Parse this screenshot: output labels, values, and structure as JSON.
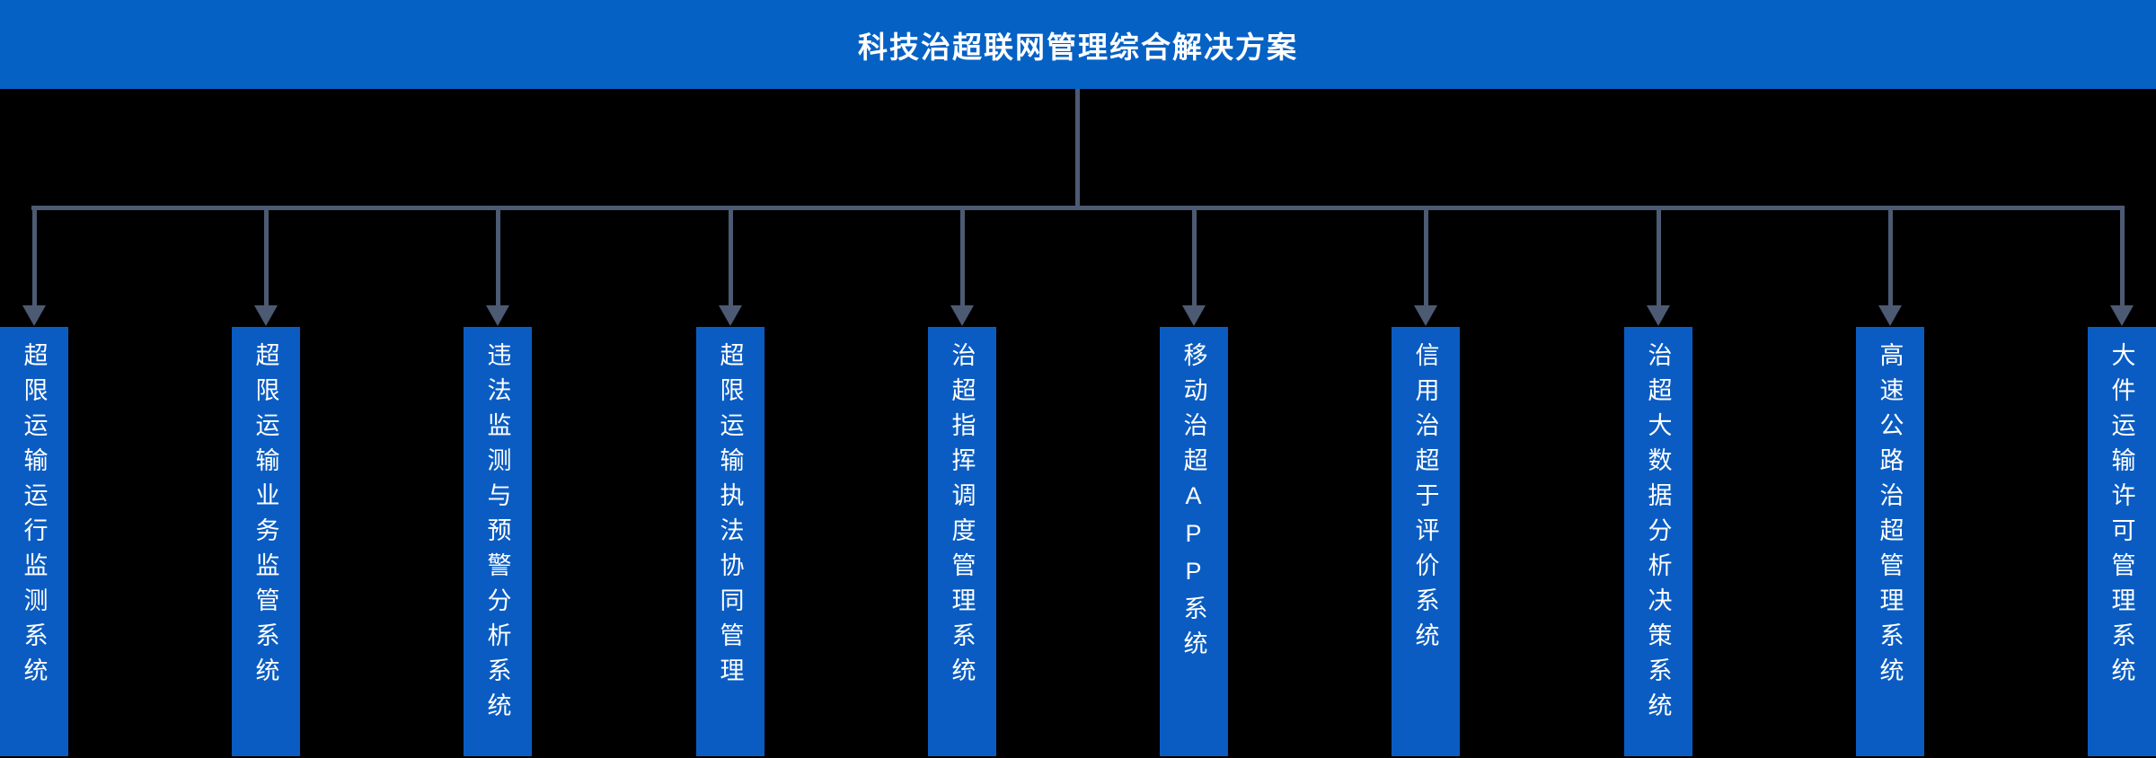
{
  "header": {
    "title": "科技治超联网管理综合解决方案"
  },
  "diagram": {
    "type": "org-chart-tree",
    "root": "科技治超联网管理综合解决方案",
    "nodes": [
      {
        "label": "超限运输运行监测系统"
      },
      {
        "label": "超限运输业务监管系统"
      },
      {
        "label": "违法监测与预警分析系统"
      },
      {
        "label": "超限运输执法协同管理"
      },
      {
        "label": "治超指挥调度管理系统"
      },
      {
        "label": "移动治超APP系统"
      },
      {
        "label": "信用治超于评价系统"
      },
      {
        "label": "治超大数据分析决策系统"
      },
      {
        "label": "高速公路治超管理系统"
      },
      {
        "label": "大件运输许可管理系统"
      }
    ]
  },
  "colors": {
    "background": "#000000",
    "header_bg": "#0561c4",
    "node_bg": "#0a5cc2",
    "connector": "#4d5a73",
    "text": "#ffffff"
  }
}
